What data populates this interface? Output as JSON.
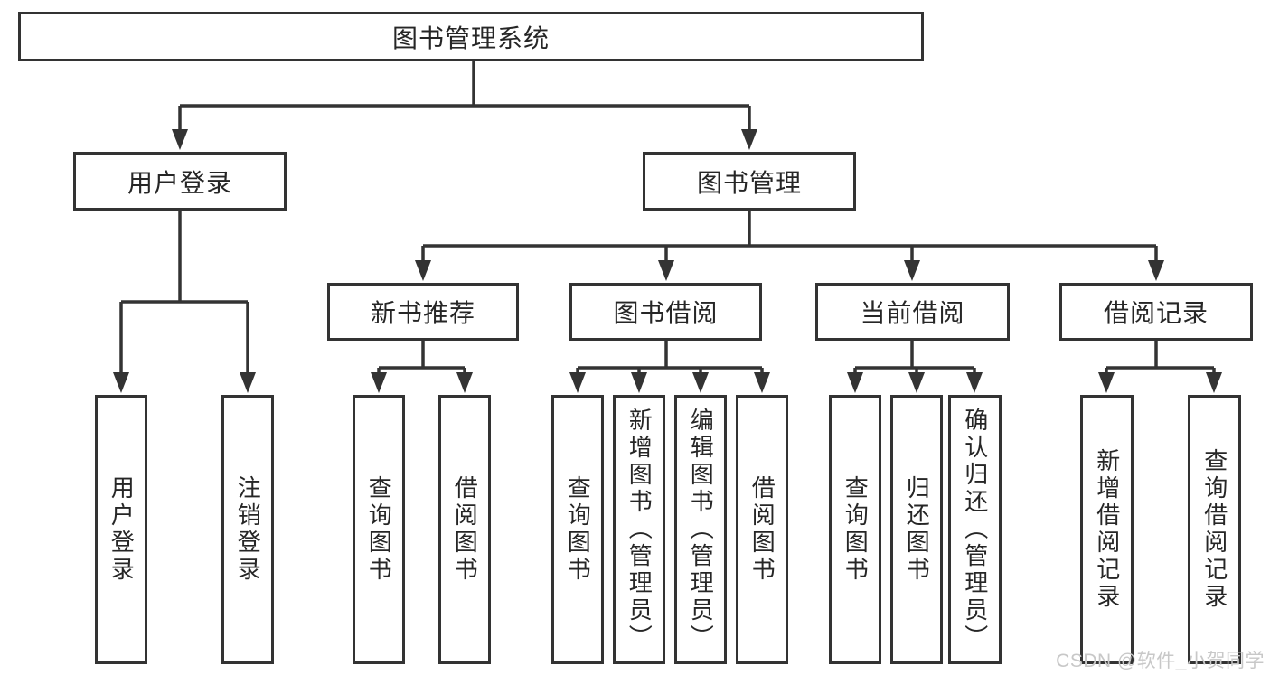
{
  "diagram": {
    "root": {
      "label": "图书管理系统"
    },
    "level2": [
      {
        "label": "用户登录"
      },
      {
        "label": "图书管理"
      }
    ],
    "level3": [
      {
        "label": "新书推荐",
        "parent": "图书管理"
      },
      {
        "label": "图书借阅",
        "parent": "图书管理"
      },
      {
        "label": "当前借阅",
        "parent": "图书管理"
      },
      {
        "label": "借阅记录",
        "parent": "图书管理"
      }
    ],
    "leaves": [
      {
        "label": "用户登录",
        "parent": "用户登录"
      },
      {
        "label": "注销登录",
        "parent": "用户登录"
      },
      {
        "label": "查询图书",
        "parent": "新书推荐"
      },
      {
        "label": "借阅图书",
        "parent": "新书推荐"
      },
      {
        "label": "查询图书",
        "parent": "图书借阅"
      },
      {
        "label": "新增图书（管理员）",
        "parent": "图书借阅"
      },
      {
        "label": "编辑图书（管理员）",
        "parent": "图书借阅"
      },
      {
        "label": "借阅图书",
        "parent": "图书借阅"
      },
      {
        "label": "查询图书",
        "parent": "当前借阅"
      },
      {
        "label": "归还图书",
        "parent": "当前借阅"
      },
      {
        "label": "确认归还（管理员）",
        "parent": "当前借阅"
      },
      {
        "label": "新增借阅记录",
        "parent": "借阅记录"
      },
      {
        "label": "查询借阅记录",
        "parent": "借阅记录"
      }
    ]
  },
  "watermark": {
    "text": "CSDN @软件_小贺同学"
  },
  "colors": {
    "line": "#333333",
    "box_border": "#333333",
    "text": "#262626",
    "watermark": "#c8c8c8",
    "background": "#ffffff"
  }
}
